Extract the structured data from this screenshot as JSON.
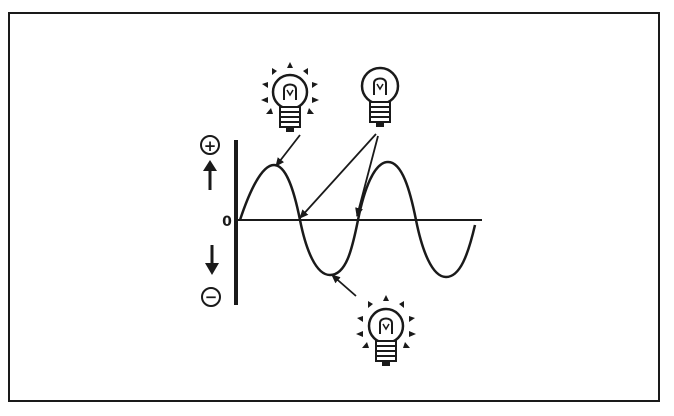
{
  "diagram": {
    "axis": {
      "positive_symbol": "+",
      "negative_symbol": "−",
      "zero_label": "0"
    },
    "bulbs": [
      {
        "state": "lit",
        "icon": "lit-bulb-icon",
        "at": "positive-peak"
      },
      {
        "state": "unlit",
        "icon": "unlit-bulb-icon",
        "at": "zero-crossings"
      },
      {
        "state": "lit",
        "icon": "lit-bulb-icon",
        "at": "negative-peak"
      }
    ],
    "waveform": {
      "shape": "sine",
      "cycles": 2
    }
  },
  "colors": {
    "ink": "#1a1a1a",
    "background": "#ffffff"
  }
}
